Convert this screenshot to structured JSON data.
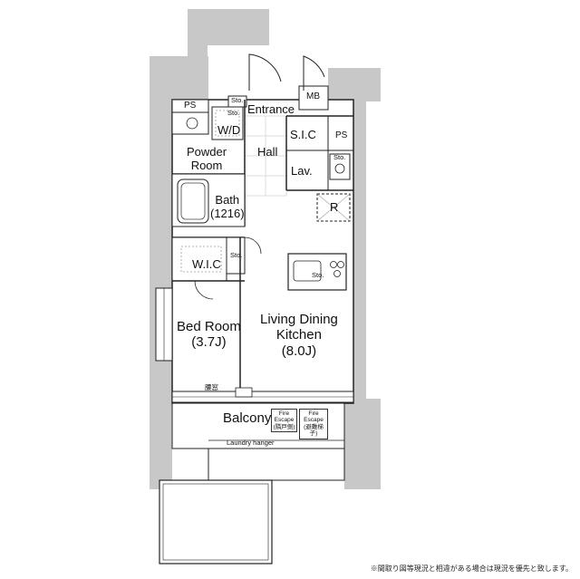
{
  "rooms": {
    "ps_top": "PS",
    "sto_top": "Sto.",
    "mb": "MB",
    "sto_wd": "Sto.",
    "entrance": "Entrance",
    "wd": "W/D",
    "sic": "S.I.C",
    "ps_right": "PS",
    "powder_room": "Powder\nRoom",
    "hall": "Hall",
    "lav": "Lav.",
    "sto_lav": "Sto.",
    "bath": "Bath\n(1216)",
    "fridge": "R",
    "wic": "W.I.C",
    "sto_wic": "Sto.",
    "kitchen_sto": "Sto.",
    "bed_room": "Bed Room\n(3.7J)",
    "ldk": "Living Dining\nKitchen\n(8.0J)",
    "floor_window": "腰窓",
    "balcony": "Balcony",
    "laundry_hanger": "Laundry hanger"
  },
  "fire_escapes": [
    {
      "line1": "Fire",
      "line2": "Escape",
      "line3": "(隣戸側)"
    },
    {
      "line1": "Fire",
      "line2": "Escape",
      "line3": "(避難梯子)"
    }
  ],
  "note": "※間取り図等現況と相違がある場合は現況を優先と致します。"
}
